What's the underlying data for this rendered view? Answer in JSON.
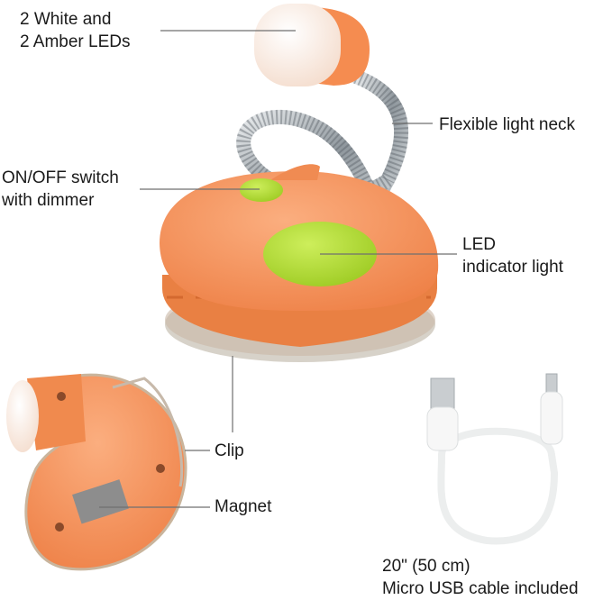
{
  "labels": {
    "leds": {
      "line1": "2 White and",
      "line2": "2 Amber LEDs"
    },
    "neck": {
      "line1": "Flexible light neck"
    },
    "switch": {
      "line1": "ON/OFF switch",
      "line2": "with dimmer"
    },
    "indicator": {
      "line1": "LED",
      "line2": "indicator light"
    },
    "clip": {
      "line1": "Clip"
    },
    "magnet": {
      "line1": "Magnet"
    },
    "cable": {
      "line1": "20\" (50 cm)",
      "line2": "Micro USB cable included"
    }
  },
  "colors": {
    "body_orange": "#f7935a",
    "body_shadow": "#e4753d",
    "green_button": "#b6df3a",
    "led_cap": "#f8e7dc",
    "metal": "#9ea5ab",
    "cable_white": "#f2f3f3",
    "line_gray": "#707070"
  }
}
